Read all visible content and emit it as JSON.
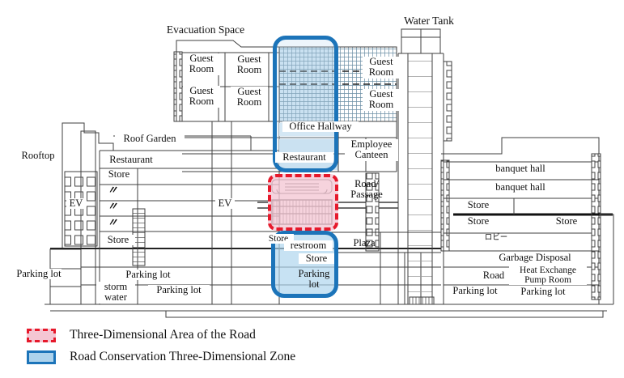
{
  "diagram": {
    "type": "building-cross-section",
    "labels": {
      "evacuation_space": "Evacuation Space",
      "water_tank": "Water Tank",
      "guest_room": "Guest Room",
      "roof_garden": "Roof Garden",
      "rooftop": "Rooftop",
      "restaurant": "Restaurant",
      "store": "Store",
      "ditto": "〃",
      "ev": "EV",
      "office_hallway": "Office Hallway",
      "employee_canteen": "Employee Canteen",
      "road_passage": "Road/\nPassage",
      "restroom": "restroom",
      "plaza": "Plaza",
      "parking_lot": "Parking lot",
      "storm_water": "storm\nwater",
      "banquet_hall": "banquet hall",
      "lobby": "ロビー",
      "garbage_disposal": "Garbage Disposal",
      "road": "Road",
      "heat_exchange_pump_room": "Heat Exchange\nPump Room"
    },
    "zones": {
      "road_area": {
        "label": "Three-Dimensional Area of the Road",
        "border_color": "#e6192b",
        "fill_color": "#f4c6d3",
        "border_style": "dashed"
      },
      "conservation": {
        "label": "Road Conservation Three-Dimensional Zone",
        "border_color": "#1c74b9",
        "fill_color": "#aed3ec",
        "border_style": "solid"
      }
    }
  },
  "legend": {
    "items": [
      {
        "label": "Three-Dimensional Area of the Road"
      },
      {
        "label": "Road Conservation Three-Dimensional Zone"
      }
    ]
  }
}
